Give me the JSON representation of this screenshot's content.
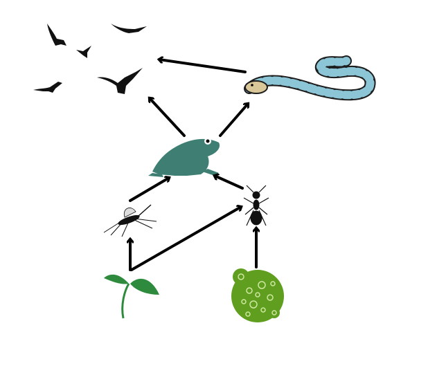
{
  "diagram": {
    "type": "food-web",
    "nodes": [
      {
        "id": "birds",
        "icon": "birds-icon"
      },
      {
        "id": "snake",
        "icon": "snake-icon"
      },
      {
        "id": "frog",
        "icon": "frog-icon"
      },
      {
        "id": "mosquito",
        "icon": "mosquito-icon"
      },
      {
        "id": "ant",
        "icon": "ant-icon"
      },
      {
        "id": "plant",
        "icon": "plant-sprout-icon"
      },
      {
        "id": "algae",
        "icon": "algae-icon"
      }
    ],
    "edges": [
      {
        "from": "snake",
        "to": "birds"
      },
      {
        "from": "frog",
        "to": "birds"
      },
      {
        "from": "frog",
        "to": "snake"
      },
      {
        "from": "mosquito",
        "to": "frog"
      },
      {
        "from": "ant",
        "to": "frog"
      },
      {
        "from": "plant",
        "to": "mosquito"
      },
      {
        "from": "plant",
        "to": "ant"
      },
      {
        "from": "algae",
        "to": "ant"
      }
    ],
    "colors": {
      "arrow": "#000000",
      "frog": "#3f7f73",
      "snake_light": "#8cc6d6",
      "snake_dark": "#1d1d1d",
      "plant": "#2e8b3e",
      "algae": "#5f9e1e"
    }
  }
}
